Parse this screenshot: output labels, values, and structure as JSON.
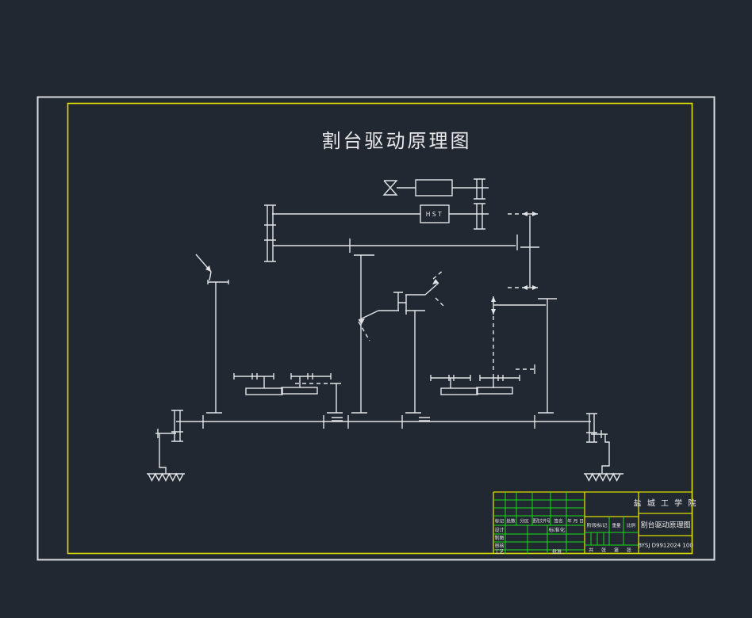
{
  "drawing": {
    "title": "割台驱动原理图",
    "hst_label": "HST"
  },
  "title_block": {
    "school": "盐 城 工 学 院",
    "drawing_name": "割台驱动原理图",
    "drawing_code": "BYSJ D9912024 100",
    "header_cells": [
      "标记",
      "处数",
      "分区",
      "更改文件号",
      "签名",
      "年 月 日"
    ],
    "role_rows": [
      "设计",
      "制图",
      "审核",
      "工艺"
    ],
    "middle_rows": [
      "标准化",
      "批准"
    ],
    "stage_cells": [
      "阶段标记",
      "重量",
      "比例"
    ],
    "sheet_text": "共 张 第 张"
  },
  "colors": {
    "background": "#222831",
    "line_white": "#e2e5e8",
    "frame_yellow": "#e0e000",
    "grid_green": "#17dd17",
    "border_gray": "#d8dade",
    "text": "#e9e9ec"
  }
}
